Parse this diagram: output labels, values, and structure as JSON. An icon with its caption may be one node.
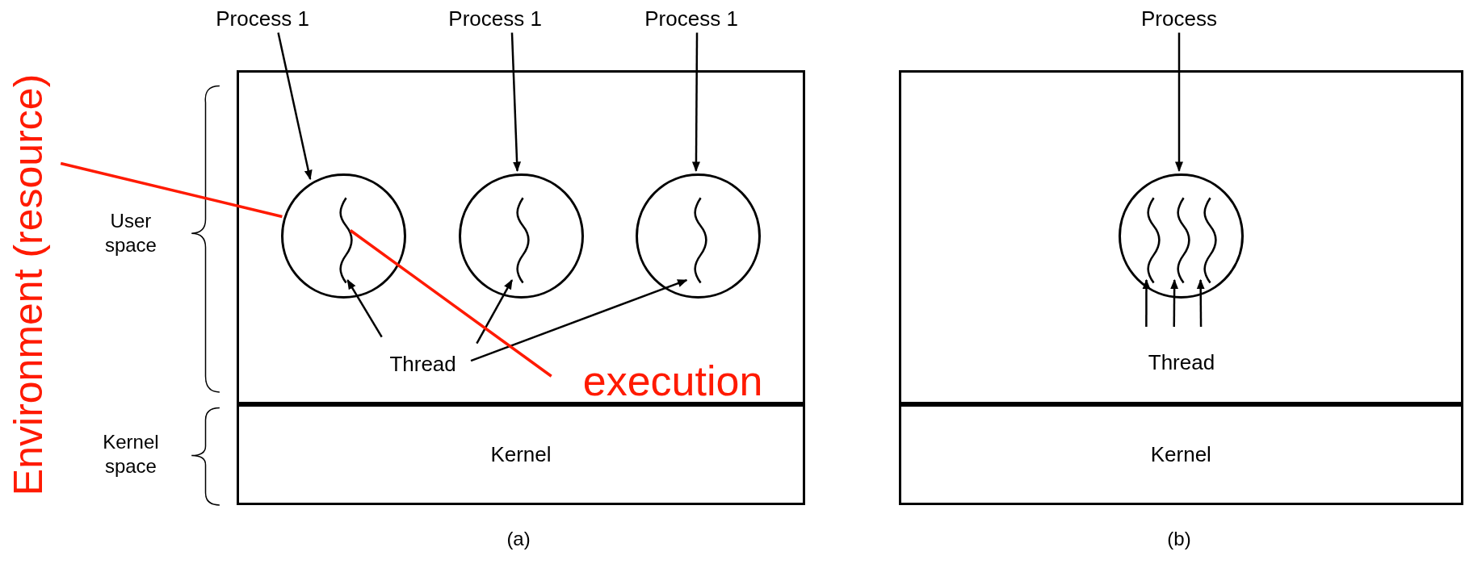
{
  "diagram": {
    "nodes": [
      {
        "text": [],
        "shape": "box"
      },
      {
        "text": [
          "Kernel"
        ]
      },
      {
        "text": [],
        "shape": "box"
      },
      {
        "text": [
          "Kernel"
        ]
      },
      {
        "text": [
          "Process 1"
        ]
      },
      {
        "text": [
          "Process 1"
        ]
      },
      {
        "text": [
          "Process 1"
        ]
      },
      {
        "text": [],
        "shape": "circle",
        "in": 0
      },
      {
        "text": [],
        "shape": "circle",
        "in": 0
      },
      {
        "text": [],
        "shape": "circle",
        "in": 0
      },
      {
        "text": [],
        "shape": "line",
        "in": 7
      },
      {
        "text": [],
        "shape": "line",
        "in": 8
      },
      {
        "text": [],
        "shape": "line",
        "in": 9
      },
      {
        "text": [
          "Thread"
        ],
        "in": 0
      },
      {
        "text": [
          "Process"
        ]
      },
      {
        "text": [],
        "shape": "circle",
        "in": 2
      },
      {
        "text": [],
        "shape": "line",
        "in": 15
      },
      {
        "text": [],
        "shape": "line",
        "in": 15
      },
      {
        "text": [],
        "shape": "line",
        "in": 15
      },
      {
        "text": [
          "Thread"
        ],
        "in": 2
      },
      {
        "text": [
          "Environment (resource)"
        ]
      },
      {
        "text": [
          "execution"
        ],
        "in": 0
      }
    ],
    "edges": [
      {
        "from": 4,
        "to": 7,
        "arrow": "to"
      },
      {
        "from": 5,
        "to": 8,
        "arrow": "to"
      },
      {
        "from": 6,
        "to": 9,
        "arrow": "to"
      },
      {
        "from": 13,
        "to": 10,
        "arrow": "to"
      },
      {
        "from": 13,
        "to": 11,
        "arrow": "to"
      },
      {
        "from": 13,
        "to": 12,
        "arrow": "to"
      },
      {
        "from": 14,
        "to": 15,
        "arrow": "to"
      },
      {
        "from": 19,
        "to": 16,
        "arrow": "to"
      },
      {
        "from": 19,
        "to": 17,
        "arrow": "to"
      },
      {
        "from": 19,
        "to": 18,
        "arrow": "to"
      },
      {
        "from": 20,
        "to": 7,
        "arrow": "none",
        "color": "#ff1a00"
      },
      {
        "from": 21,
        "to": 10,
        "arrow": "none",
        "color": "#ff1a00"
      }
    ],
    "labels": [
      "User space",
      "Kernel space",
      "(a)",
      "(b)"
    ]
  }
}
